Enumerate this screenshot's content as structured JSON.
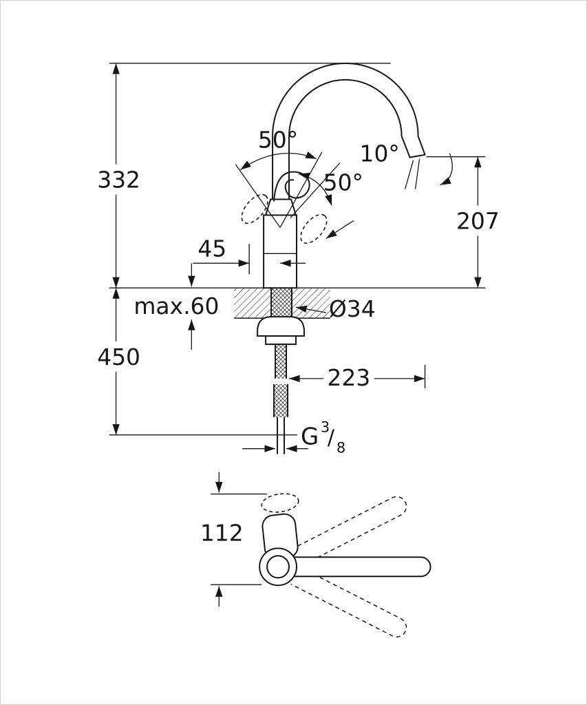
{
  "drawing": {
    "background": "#ffffff",
    "line_color": "#161616",
    "labels": {
      "total_height": "332",
      "base_offset": "45",
      "max_counter_thickness": "max.60",
      "hole_diameter": "Ø34",
      "under_counter_height": "450",
      "spout_reach": "223",
      "outlet_height": "207",
      "handle_tilt_angle": "50°",
      "handle_swivel_angle": "50°",
      "outlet_angle": "10°",
      "thread_letter": "G",
      "thread_numerator": "3",
      "thread_divider": "/",
      "thread_denominator": "8",
      "swivel_clearance": "112"
    }
  }
}
